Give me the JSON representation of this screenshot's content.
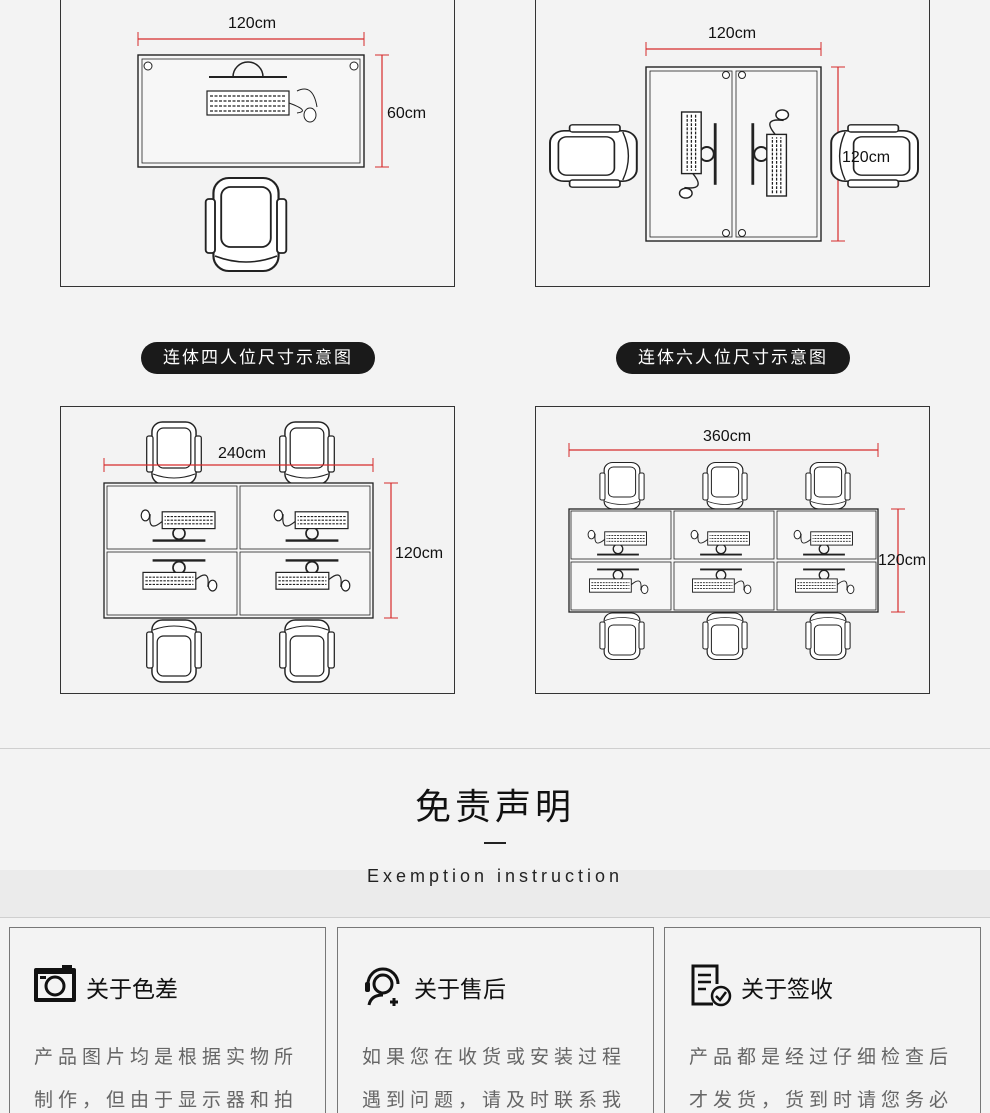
{
  "top_left": {
    "width_label": "120cm",
    "depth_label": "60cm"
  },
  "top_right": {
    "width_label": "120cm",
    "depth_label": "120cm"
  },
  "four_seat": {
    "title": "连体四人位尺寸示意图",
    "width_label": "240cm",
    "depth_label": "120cm"
  },
  "six_seat": {
    "title": "连体六人位尺寸示意图",
    "width_label": "360cm",
    "depth_label": "120cm"
  },
  "disclaimer": {
    "title": "免责声明",
    "subtitle": "Exemption instruction",
    "cards": [
      {
        "icon": "camera-icon",
        "heading": "关于色差",
        "line1": "产品图片均是根据实物所",
        "line2": "制作，但由于显示器和拍"
      },
      {
        "icon": "customer-service-icon",
        "heading": "关于售后",
        "line1": "如果您在收货或安装过程",
        "line2": "遇到问题，请及时联系我"
      },
      {
        "icon": "checklist-icon",
        "heading": "关于签收",
        "line1": "产品都是经过仔细检查后",
        "line2": "才发货，货到时请您务必"
      }
    ]
  },
  "colors": {
    "dimension_line": "#d62b2b",
    "pill_bg": "#1a1a1a",
    "page_bg": "#f3f3f3"
  }
}
